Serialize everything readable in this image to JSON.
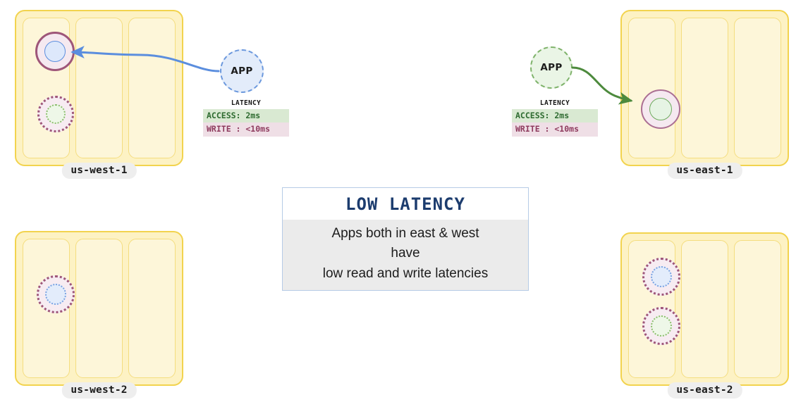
{
  "diagram": {
    "title_text": "LOW LATENCY",
    "callout": {
      "title": "LOW LATENCY",
      "line1": "Apps both in east & west",
      "line2": "have",
      "line3": "low read and write latencies"
    },
    "colors": {
      "region_fill": "#fdf2c4",
      "region_border": "#f2d34e",
      "az_fill": "#fdf6d9",
      "az_border": "#f4dd7f",
      "label_pill_bg": "#eeeeee",
      "token_ring": "#9e5679",
      "token_ring_fill": "#f5e9f0",
      "inner_blue": "#dde8fb",
      "inner_blue_border": "#5b8ede",
      "inner_green": "#e6f4e4",
      "inner_green_border": "#6eab5e",
      "app_blue_fill": "#e3ecfa",
      "app_blue_border": "#6b98dd",
      "app_green_fill": "#eaf5e6",
      "app_green_border": "#7fb36b",
      "arrow_blue": "#5b8ede",
      "arrow_green": "#4d8a3d",
      "callout_border": "#b6cbe6",
      "callout_title_color": "#1c3c6e",
      "callout_body_bg": "#ebebeb",
      "latency_access_bg": "#d9e9d2",
      "latency_access_fg": "#2e6b30",
      "latency_write_bg": "#efdfe6",
      "latency_write_fg": "#8e3b5e"
    },
    "regions": [
      {
        "id": "us-west-1",
        "label": "us-west-1",
        "az_count": 3
      },
      {
        "id": "us-east-1",
        "label": "us-east-1",
        "az_count": 3
      },
      {
        "id": "us-west-2",
        "label": "us-west-2",
        "az_count": 3
      },
      {
        "id": "us-east-2",
        "label": "us-east-2",
        "az_count": 3
      }
    ],
    "apps": [
      {
        "id": "app-west",
        "label": "APP",
        "variant": "blue"
      },
      {
        "id": "app-east",
        "label": "APP",
        "variant": "green"
      }
    ],
    "latency_panels": [
      {
        "id": "latency-west",
        "title": "LATENCY",
        "access_label": "ACCESS: 2ms",
        "write_label": "WRITE : <10ms"
      },
      {
        "id": "latency-east",
        "title": "LATENCY",
        "access_label": "ACCESS: 2ms",
        "write_label": "WRITE : <10ms"
      }
    ]
  }
}
